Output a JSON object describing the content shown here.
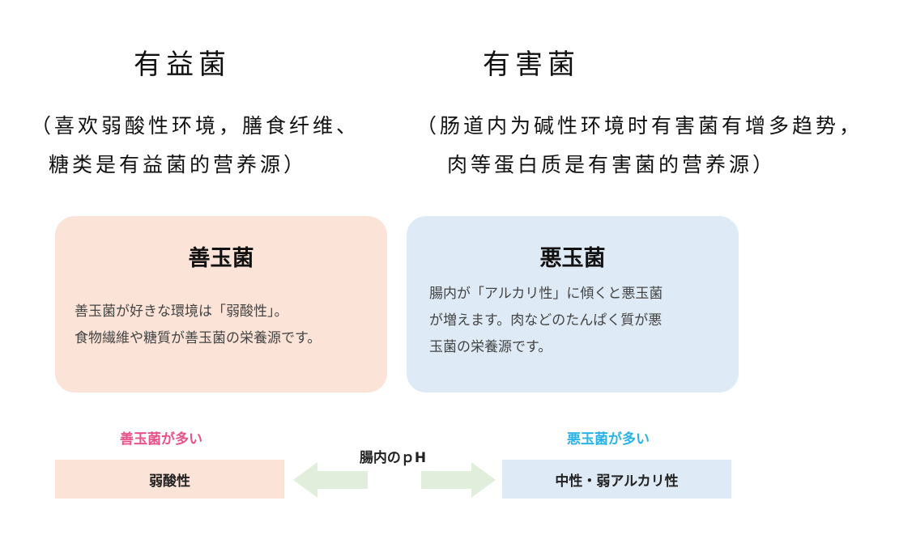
{
  "top": {
    "left_title": "有益菌",
    "right_title": "有害菌",
    "left_desc_line1": "（喜欢弱酸性环境，膳食纤维、",
    "left_desc_line2": "糖类是有益菌的营养源）",
    "right_desc_line1": "（肠道内为碱性环境时有害菌有增多趋势，",
    "right_desc_line2": "肉等蛋白质是有害菌的营养源）"
  },
  "cards": {
    "good": {
      "title": "善玉菌",
      "line1": "善玉菌が好きな環境は「弱酸性」。",
      "line2": "食物繊維や糖質が善玉菌の栄養源です。",
      "color": "#fbe3d7"
    },
    "bad": {
      "title": "悪玉菌",
      "line1": "腸内が「アルカリ性」に傾くと悪玉菌",
      "line2": "が増えます。肉などのたんぱく質が悪",
      "line3": "玉菌の栄養源です。",
      "color": "#deeaf5"
    }
  },
  "ph_scale": {
    "center_label": "腸内のｐH",
    "left_tag": "善玉菌が多い",
    "right_tag": "悪玉菌が多い",
    "left_box": "弱酸性",
    "right_box": "中性・弱アルカリ性",
    "left_tag_color": "#e8528a",
    "right_tag_color": "#2bb3e6",
    "arrow_color": "#e1eedb"
  }
}
